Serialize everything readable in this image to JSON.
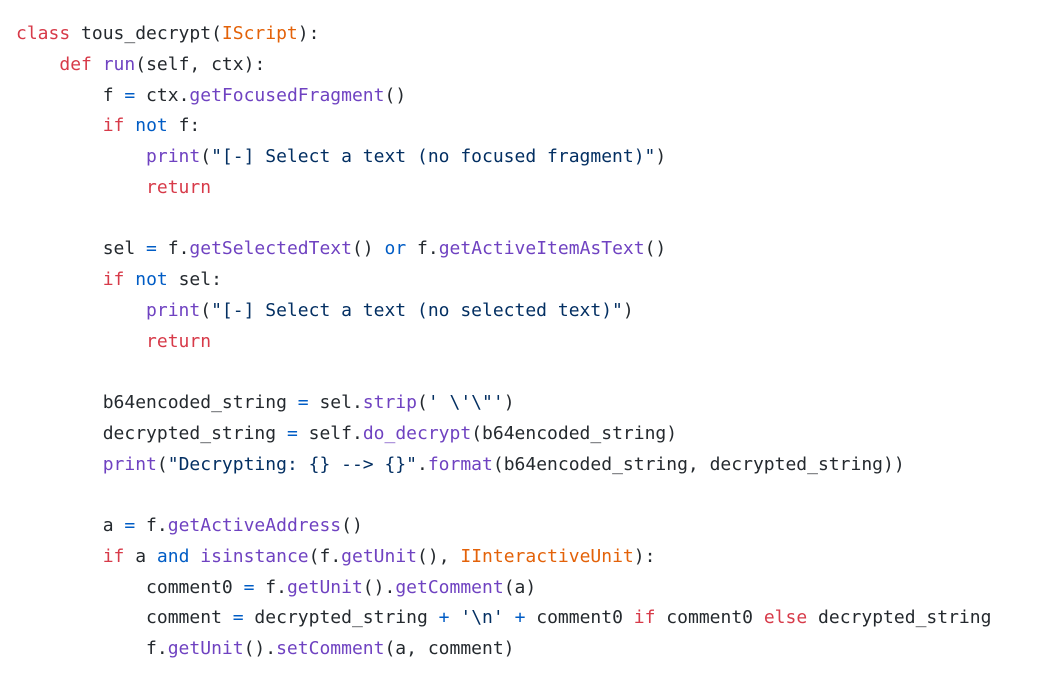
{
  "code": {
    "lines": [
      [
        [
          "kw",
          "class"
        ],
        [
          "pl",
          " tous_decrypt("
        ],
        [
          "ty",
          "IScript"
        ],
        [
          "pl",
          "):"
        ]
      ],
      [
        [
          "pl",
          "    "
        ],
        [
          "kw",
          "def"
        ],
        [
          "pl",
          " "
        ],
        [
          "fn",
          "run"
        ],
        [
          "pl",
          "(self, ctx):"
        ]
      ],
      [
        [
          "pl",
          "        f "
        ],
        [
          "op",
          "="
        ],
        [
          "pl",
          " ctx."
        ],
        [
          "fn",
          "getFocusedFragment"
        ],
        [
          "pl",
          "()"
        ]
      ],
      [
        [
          "pl",
          "        "
        ],
        [
          "kw",
          "if"
        ],
        [
          "pl",
          " "
        ],
        [
          "op",
          "not"
        ],
        [
          "pl",
          " f:"
        ]
      ],
      [
        [
          "pl",
          "            "
        ],
        [
          "fn",
          "print"
        ],
        [
          "pl",
          "("
        ],
        [
          "str",
          "\"[-] Select a text (no focused fragment)\""
        ],
        [
          "pl",
          ")"
        ]
      ],
      [
        [
          "pl",
          "            "
        ],
        [
          "kw",
          "return"
        ]
      ],
      [],
      [
        [
          "pl",
          "        sel "
        ],
        [
          "op",
          "="
        ],
        [
          "pl",
          " f."
        ],
        [
          "fn",
          "getSelectedText"
        ],
        [
          "pl",
          "() "
        ],
        [
          "op",
          "or"
        ],
        [
          "pl",
          " f."
        ],
        [
          "fn",
          "getActiveItemAsText"
        ],
        [
          "pl",
          "()"
        ]
      ],
      [
        [
          "pl",
          "        "
        ],
        [
          "kw",
          "if"
        ],
        [
          "pl",
          " "
        ],
        [
          "op",
          "not"
        ],
        [
          "pl",
          " sel:"
        ]
      ],
      [
        [
          "pl",
          "            "
        ],
        [
          "fn",
          "print"
        ],
        [
          "pl",
          "("
        ],
        [
          "str",
          "\"[-] Select a text (no selected text)\""
        ],
        [
          "pl",
          ")"
        ]
      ],
      [
        [
          "pl",
          "            "
        ],
        [
          "kw",
          "return"
        ]
      ],
      [],
      [
        [
          "pl",
          "        b64encoded_string "
        ],
        [
          "op",
          "="
        ],
        [
          "pl",
          " sel."
        ],
        [
          "fn",
          "strip"
        ],
        [
          "pl",
          "("
        ],
        [
          "str",
          "' \\'\\\"'"
        ],
        [
          "pl",
          ")"
        ]
      ],
      [
        [
          "pl",
          "        decrypted_string "
        ],
        [
          "op",
          "="
        ],
        [
          "pl",
          " self."
        ],
        [
          "fn",
          "do_decrypt"
        ],
        [
          "pl",
          "(b64encoded_string)"
        ]
      ],
      [
        [
          "pl",
          "        "
        ],
        [
          "fn",
          "print"
        ],
        [
          "pl",
          "("
        ],
        [
          "str",
          "\"Decrypting: {} --> {}\""
        ],
        [
          "pl",
          "."
        ],
        [
          "fn",
          "format"
        ],
        [
          "pl",
          "(b64encoded_string, decrypted_string))"
        ]
      ],
      [],
      [
        [
          "pl",
          "        a "
        ],
        [
          "op",
          "="
        ],
        [
          "pl",
          " f."
        ],
        [
          "fn",
          "getActiveAddress"
        ],
        [
          "pl",
          "()"
        ]
      ],
      [
        [
          "pl",
          "        "
        ],
        [
          "kw",
          "if"
        ],
        [
          "pl",
          " a "
        ],
        [
          "op",
          "and"
        ],
        [
          "pl",
          " "
        ],
        [
          "fn",
          "isinstance"
        ],
        [
          "pl",
          "(f."
        ],
        [
          "fn",
          "getUnit"
        ],
        [
          "pl",
          "(), "
        ],
        [
          "ty",
          "IInteractiveUnit"
        ],
        [
          "pl",
          "):"
        ]
      ],
      [
        [
          "pl",
          "            comment0 "
        ],
        [
          "op",
          "="
        ],
        [
          "pl",
          " f."
        ],
        [
          "fn",
          "getUnit"
        ],
        [
          "pl",
          "()."
        ],
        [
          "fn",
          "getComment"
        ],
        [
          "pl",
          "(a)"
        ]
      ],
      [
        [
          "pl",
          "            comment "
        ],
        [
          "op",
          "="
        ],
        [
          "pl",
          " decrypted_string "
        ],
        [
          "op",
          "+"
        ],
        [
          "pl",
          " "
        ],
        [
          "str",
          "'\\n'"
        ],
        [
          "pl",
          " "
        ],
        [
          "op",
          "+"
        ],
        [
          "pl",
          " comment0 "
        ],
        [
          "kw",
          "if"
        ],
        [
          "pl",
          " comment0 "
        ],
        [
          "kw",
          "else"
        ],
        [
          "pl",
          " decrypted_string"
        ]
      ],
      [
        [
          "pl",
          "            f."
        ],
        [
          "fn",
          "getUnit"
        ],
        [
          "pl",
          "()."
        ],
        [
          "fn",
          "setComment"
        ],
        [
          "pl",
          "(a, comment)"
        ]
      ]
    ]
  }
}
